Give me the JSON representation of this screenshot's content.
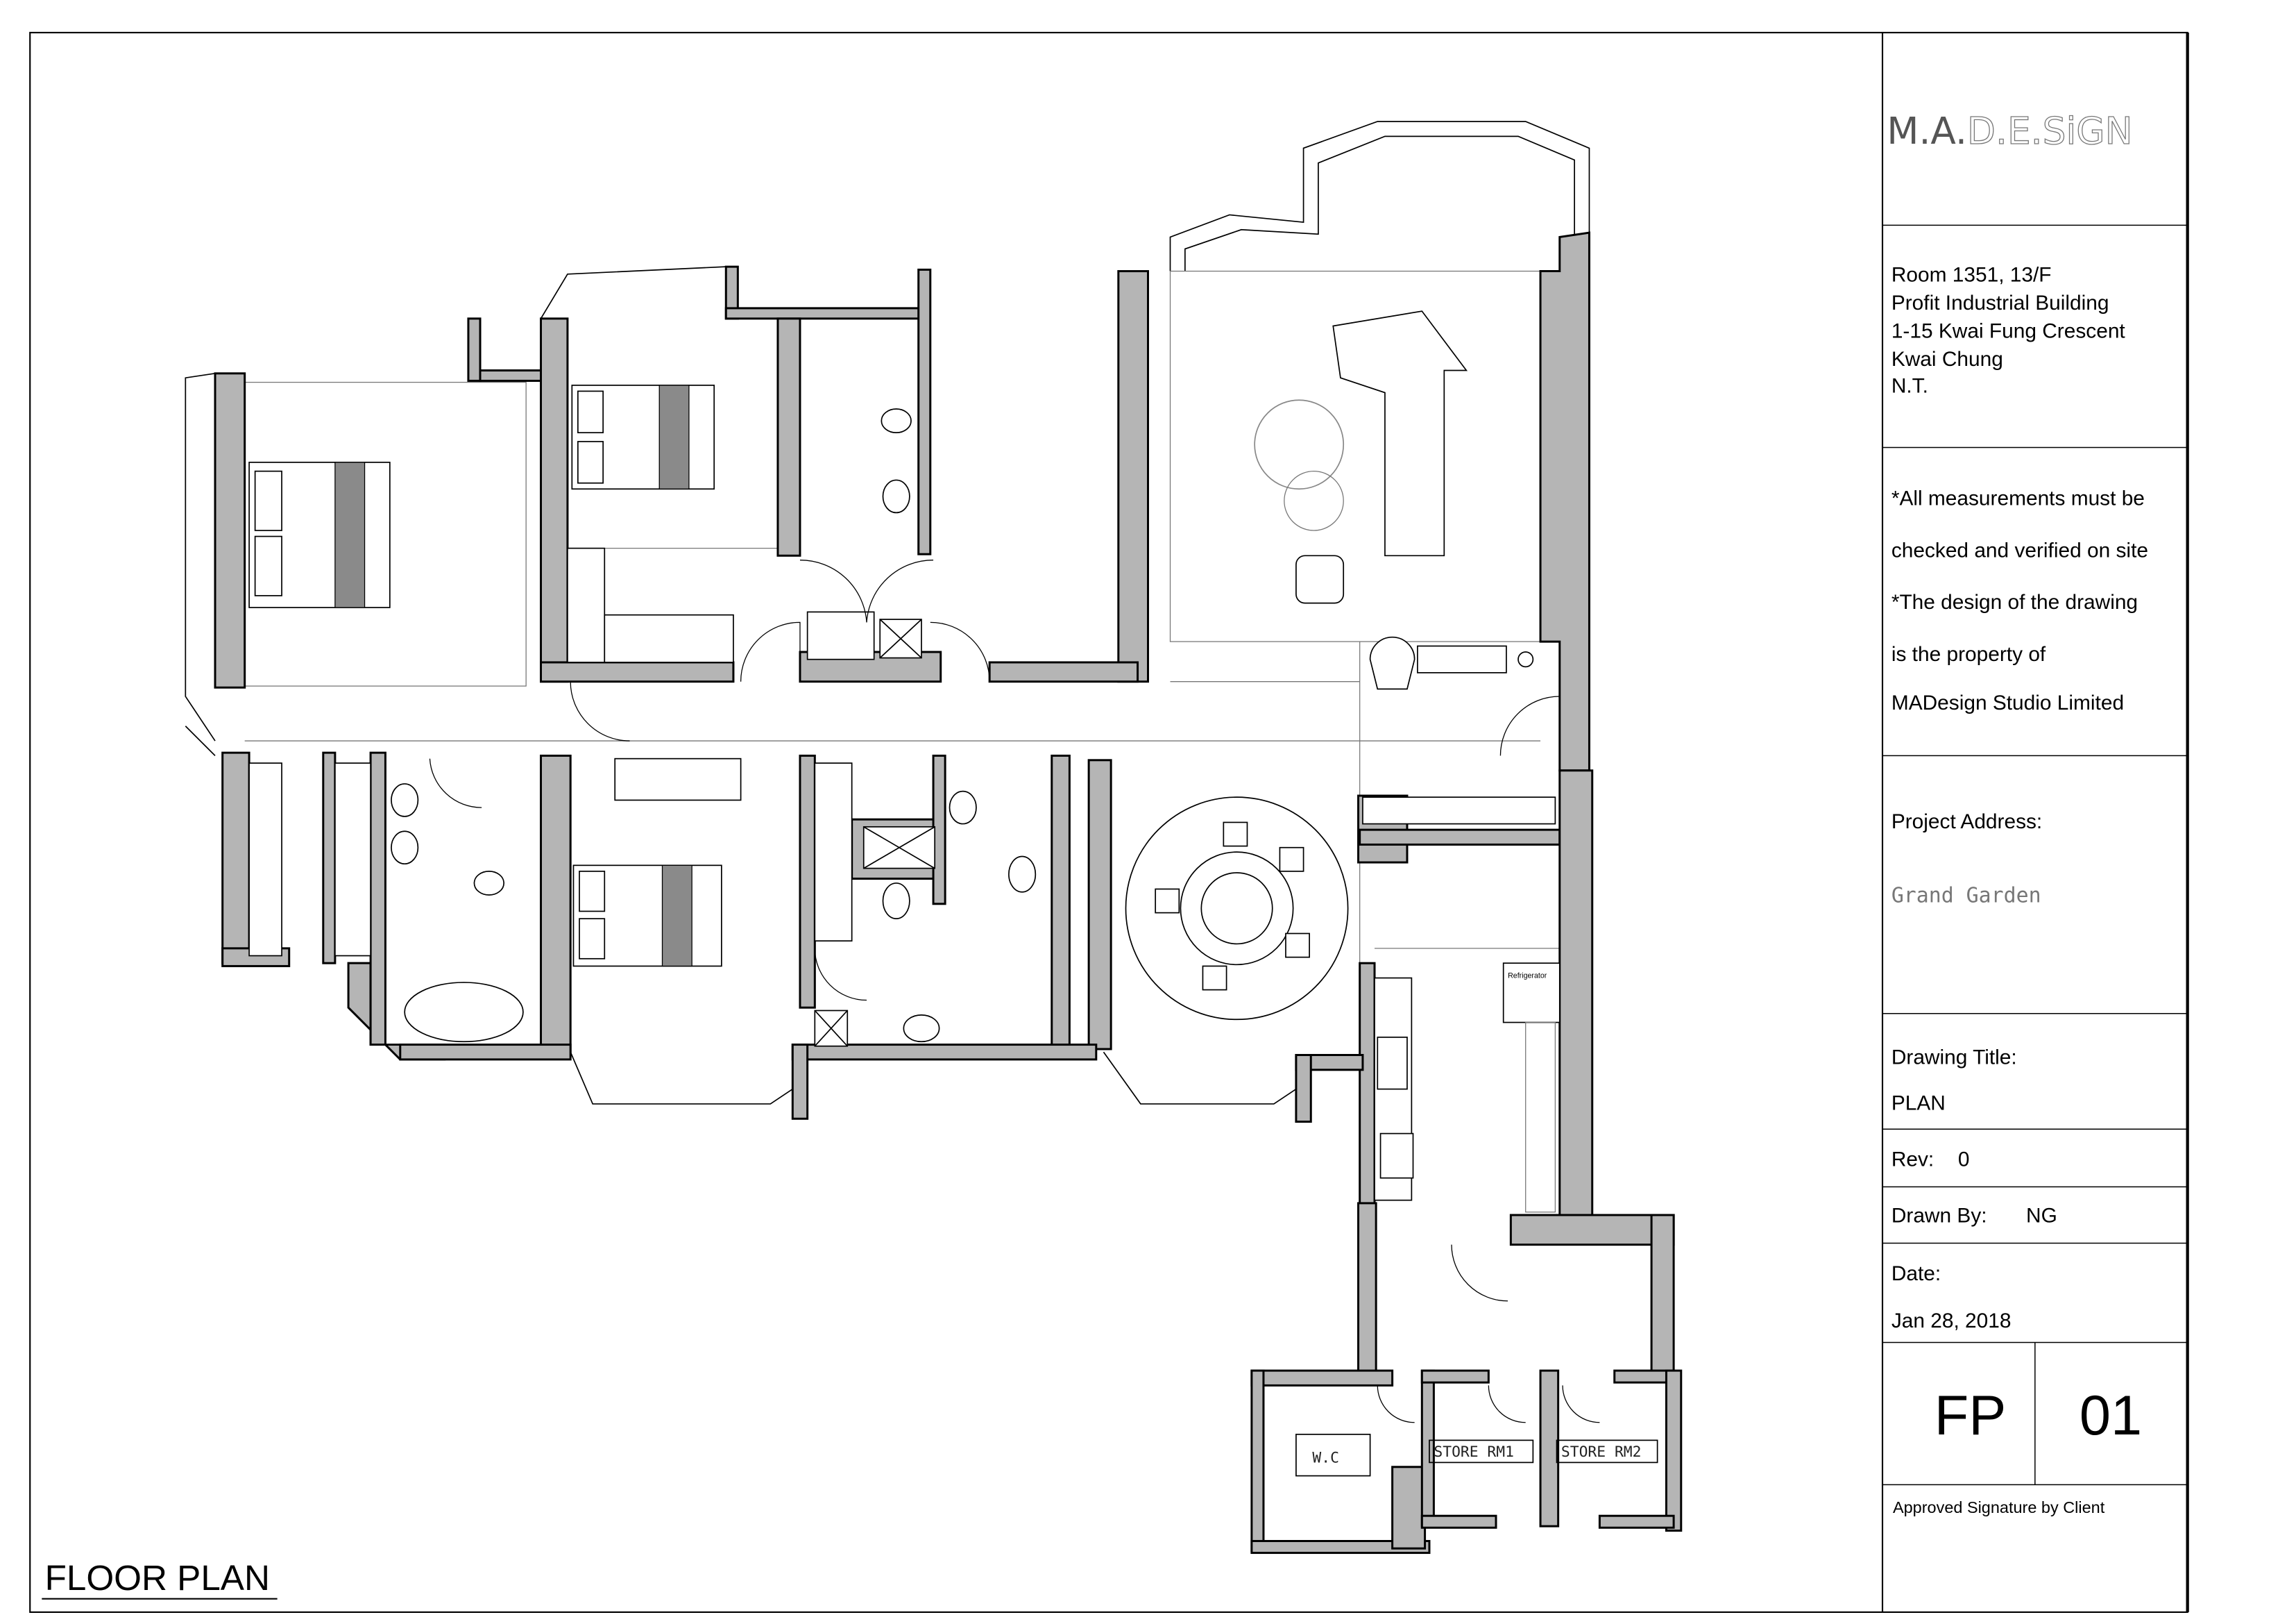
{
  "logo": {
    "part1": "M.A.",
    "part2": "D.E.SiGN"
  },
  "office_address": [
    "Room 1351,  13/F",
    "Profit Industrial Building",
    "1-15 Kwai Fung Crescent",
    "Kwai Chung",
    "N.T."
  ],
  "notes": [
    "*All measurements must be",
    "checked and verified on site",
    "*The design of the drawing",
    "is the property of",
    "MADesign Studio Limited"
  ],
  "project": {
    "label": "Project Address:",
    "value": "Grand Garden"
  },
  "drawing_title": {
    "label": "Drawing Title:",
    "value": "PLAN"
  },
  "rev": {
    "label": "Rev:",
    "value": "0"
  },
  "drawn_by": {
    "label": "Drawn By:",
    "value": "NG"
  },
  "date": {
    "label": "Date:",
    "value": "Jan 28, 2018"
  },
  "sheet": {
    "code": "FP",
    "number": "01"
  },
  "signature_label": "Approved Signature by Client",
  "plan_title": "FLOOR PLAN",
  "rooms": {
    "wc": "W.C",
    "store1": "STORE RM1",
    "store2": "STORE RM2",
    "fridge": "Refrigerator"
  },
  "colors": {
    "wall": "#b5b5b5",
    "line": "#000000",
    "logo_dark": "#555555"
  }
}
